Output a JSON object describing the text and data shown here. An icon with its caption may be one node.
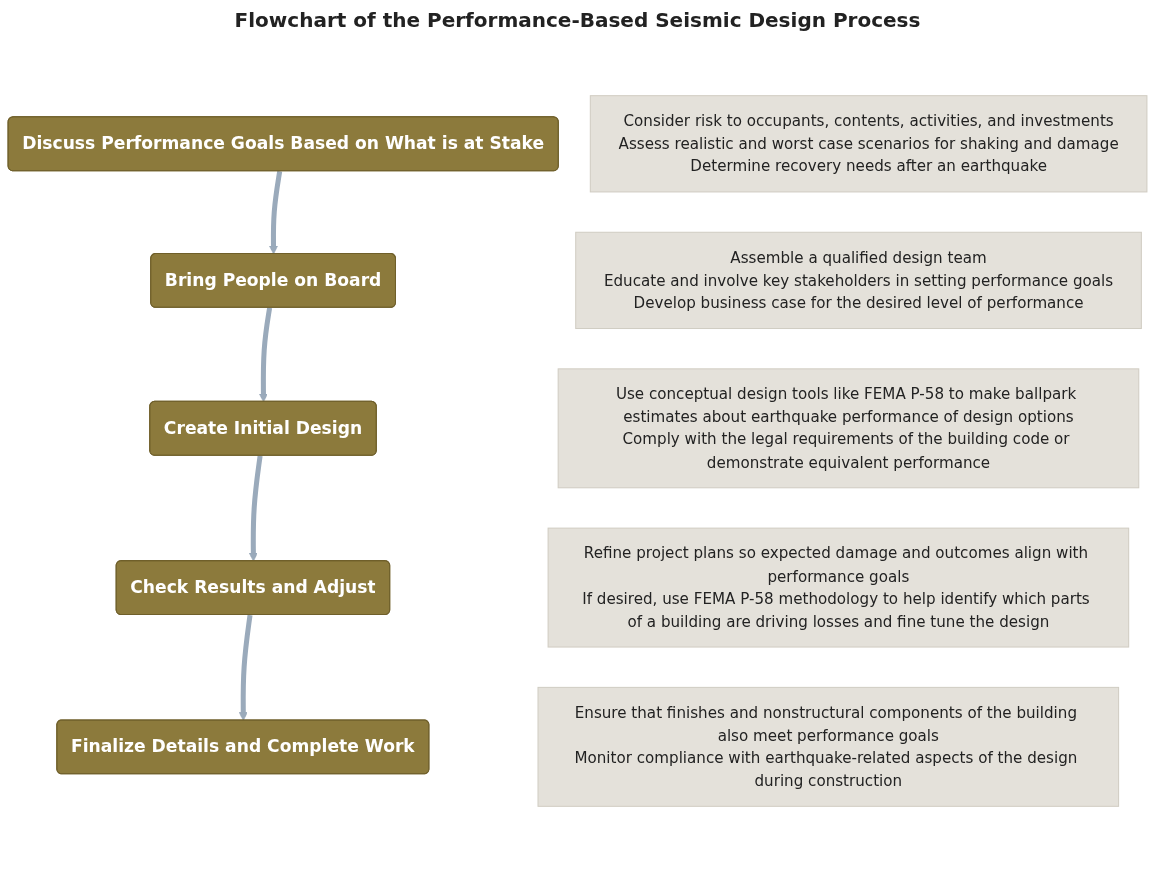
{
  "diagram": {
    "title": "Flowchart of the Performance-Based Seismic Design Process",
    "nodes": [
      {
        "text": [
          "Discuss Performance Goals Based on What is at Stake"
        ]
      },
      {
        "text": [
          "Consider risk to occupants, contents, activities, and investments",
          "Assess realistic and worst case scenarios for shaking and damage",
          "Determine recovery needs after an earthquake"
        ]
      },
      {
        "text": [
          "Bring People on Board"
        ]
      },
      {
        "text": [
          "Assemble a qualified design team",
          "Educate and involve key stakeholders in setting performance goals",
          "Develop business case for the desired level of performance"
        ]
      },
      {
        "text": [
          "Create Initial Design"
        ]
      },
      {
        "text": [
          "Use conceptual design tools like FEMA P-58 to make ballpark estimates about earthquake performance of design options",
          "Comply with the legal requirements of the building code or demonstrate equivalent performance"
        ]
      },
      {
        "text": [
          "Check Results and Adjust"
        ]
      },
      {
        "text": [
          "Refine project plans so expected damage and outcomes align with performance goals",
          "If desired, use FEMA P-58 methodology to help identify which parts of a building are driving losses and fine tune the design"
        ]
      },
      {
        "text": [
          "Finalize Details and Complete Work"
        ]
      },
      {
        "text": [
          "Ensure that finishes and nonstructural components of the building also meet performance goals",
          "Monitor compliance with earthquake-related aspects of the design during construction"
        ]
      }
    ],
    "edges": [
      {
        "from": 0,
        "to": 2,
        "arrow": "to"
      },
      {
        "from": 2,
        "to": 4,
        "arrow": "to"
      },
      {
        "from": 4,
        "to": 6,
        "arrow": "to"
      },
      {
        "from": 6,
        "to": 8,
        "arrow": "to"
      }
    ]
  }
}
